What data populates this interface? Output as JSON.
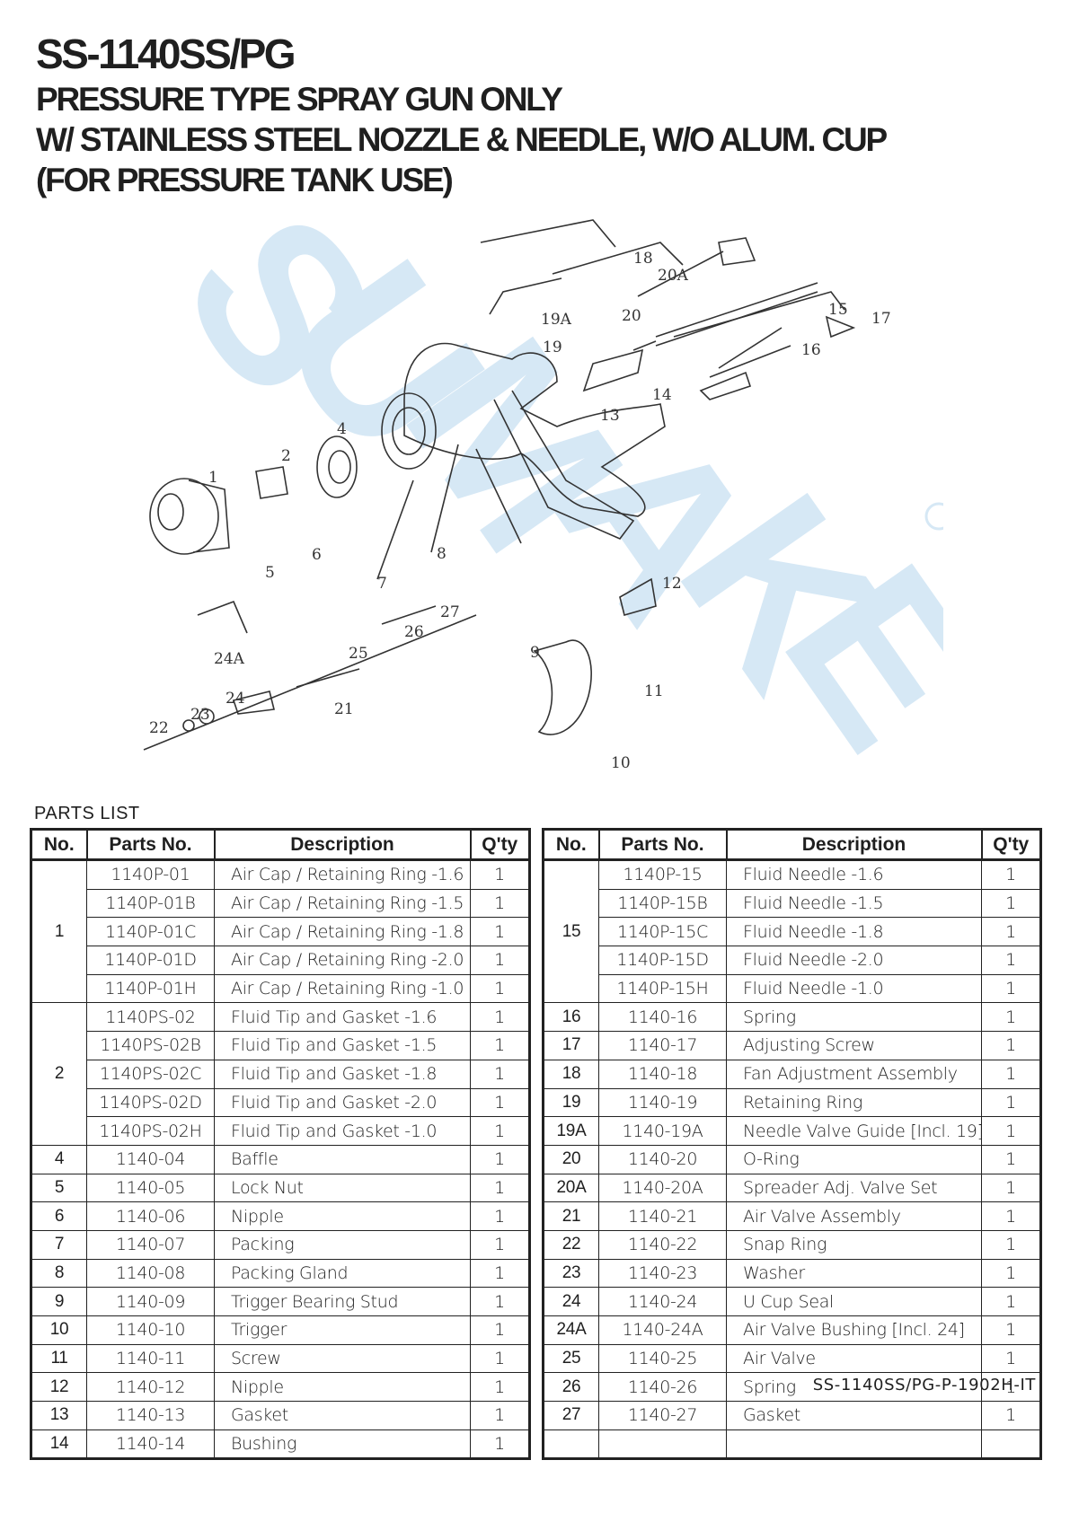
{
  "title": {
    "model": "SS-1140SS/PG",
    "line1": "PRESSURE TYPE SPRAY GUN ONLY",
    "line2": "W/ STAINLESS STEEL NOZZLE & NEEDLE, W/O ALUM. CUP",
    "line3": "(FOR PRESSURE TANK USE)"
  },
  "watermark": {
    "brand": "SUMAKE",
    "color": "#cfe4f3"
  },
  "diagram_callouts": [
    "1",
    "2",
    "4",
    "5",
    "6",
    "7",
    "8",
    "9",
    "10",
    "11",
    "12",
    "13",
    "14",
    "15",
    "16",
    "17",
    "18",
    "19",
    "19A",
    "20",
    "20A",
    "21",
    "22",
    "23",
    "24",
    "24A",
    "25",
    "26",
    "27"
  ],
  "parts_caption": "PARTS LIST",
  "columns": {
    "no": "No.",
    "parts_no": "Parts No.",
    "description": "Description",
    "qty": "Q'ty"
  },
  "left_table": [
    {
      "no": "1",
      "rows": [
        {
          "part": "1140P-01",
          "desc": "Air Cap / Retaining Ring -1.6",
          "qty": "1"
        },
        {
          "part": "1140P-01B",
          "desc": "Air Cap / Retaining Ring -1.5",
          "qty": "1"
        },
        {
          "part": "1140P-01C",
          "desc": "Air Cap / Retaining Ring -1.8",
          "qty": "1"
        },
        {
          "part": "1140P-01D",
          "desc": "Air Cap / Retaining Ring -2.0",
          "qty": "1"
        },
        {
          "part": "1140P-01H",
          "desc": "Air Cap / Retaining Ring -1.0",
          "qty": "1"
        }
      ]
    },
    {
      "no": "2",
      "rows": [
        {
          "part": "1140PS-02",
          "desc": "Fluid Tip and Gasket -1.6",
          "qty": "1"
        },
        {
          "part": "1140PS-02B",
          "desc": "Fluid Tip and Gasket -1.5",
          "qty": "1"
        },
        {
          "part": "1140PS-02C",
          "desc": "Fluid Tip and Gasket -1.8",
          "qty": "1"
        },
        {
          "part": "1140PS-02D",
          "desc": "Fluid Tip and Gasket -2.0",
          "qty": "1"
        },
        {
          "part": "1140PS-02H",
          "desc": "Fluid Tip and Gasket -1.0",
          "qty": "1"
        }
      ]
    },
    {
      "no": "4",
      "rows": [
        {
          "part": "1140-04",
          "desc": "Baffle",
          "qty": "1"
        }
      ]
    },
    {
      "no": "5",
      "rows": [
        {
          "part": "1140-05",
          "desc": "Lock Nut",
          "qty": "1"
        }
      ]
    },
    {
      "no": "6",
      "rows": [
        {
          "part": "1140-06",
          "desc": "Nipple",
          "qty": "1"
        }
      ]
    },
    {
      "no": "7",
      "rows": [
        {
          "part": "1140-07",
          "desc": "Packing",
          "qty": "1"
        }
      ]
    },
    {
      "no": "8",
      "rows": [
        {
          "part": "1140-08",
          "desc": "Packing Gland",
          "qty": "1"
        }
      ]
    },
    {
      "no": "9",
      "rows": [
        {
          "part": "1140-09",
          "desc": "Trigger Bearing Stud",
          "qty": "1"
        }
      ]
    },
    {
      "no": "10",
      "rows": [
        {
          "part": "1140-10",
          "desc": "Trigger",
          "qty": "1"
        }
      ]
    },
    {
      "no": "11",
      "rows": [
        {
          "part": "1140-11",
          "desc": "Screw",
          "qty": "1"
        }
      ]
    },
    {
      "no": "12",
      "rows": [
        {
          "part": "1140-12",
          "desc": "Nipple",
          "qty": "1"
        }
      ]
    },
    {
      "no": "13",
      "rows": [
        {
          "part": "1140-13",
          "desc": "Gasket",
          "qty": "1"
        }
      ]
    },
    {
      "no": "14",
      "rows": [
        {
          "part": "1140-14",
          "desc": "Bushing",
          "qty": "1"
        }
      ]
    }
  ],
  "right_table": [
    {
      "no": "15",
      "rows": [
        {
          "part": "1140P-15",
          "desc": "Fluid Needle -1.6",
          "qty": "1"
        },
        {
          "part": "1140P-15B",
          "desc": "Fluid Needle -1.5",
          "qty": "1"
        },
        {
          "part": "1140P-15C",
          "desc": "Fluid Needle -1.8",
          "qty": "1"
        },
        {
          "part": "1140P-15D",
          "desc": "Fluid Needle -2.0",
          "qty": "1"
        },
        {
          "part": "1140P-15H",
          "desc": "Fluid Needle -1.0",
          "qty": "1"
        }
      ]
    },
    {
      "no": "16",
      "rows": [
        {
          "part": "1140-16",
          "desc": "Spring",
          "qty": "1"
        }
      ]
    },
    {
      "no": "17",
      "rows": [
        {
          "part": "1140-17",
          "desc": "Adjusting Screw",
          "qty": "1"
        }
      ]
    },
    {
      "no": "18",
      "rows": [
        {
          "part": "1140-18",
          "desc": "Fan Adjustment Assembly",
          "qty": "1"
        }
      ]
    },
    {
      "no": "19",
      "rows": [
        {
          "part": "1140-19",
          "desc": "Retaining Ring",
          "qty": "1"
        }
      ]
    },
    {
      "no": "19A",
      "rows": [
        {
          "part": "1140-19A",
          "desc": "Needle Valve Guide [Incl. 19]",
          "qty": "1"
        }
      ]
    },
    {
      "no": "20",
      "rows": [
        {
          "part": "1140-20",
          "desc": "O-Ring",
          "qty": "1"
        }
      ]
    },
    {
      "no": "20A",
      "rows": [
        {
          "part": "1140-20A",
          "desc": "Spreader Adj. Valve Set",
          "qty": "1"
        }
      ]
    },
    {
      "no": "21",
      "rows": [
        {
          "part": "1140-21",
          "desc": "Air Valve Assembly",
          "qty": "1"
        }
      ]
    },
    {
      "no": "22",
      "rows": [
        {
          "part": "1140-22",
          "desc": "Snap Ring",
          "qty": "1"
        }
      ]
    },
    {
      "no": "23",
      "rows": [
        {
          "part": "1140-23",
          "desc": "Washer",
          "qty": "1"
        }
      ]
    },
    {
      "no": "24",
      "rows": [
        {
          "part": "1140-24",
          "desc": "U Cup Seal",
          "qty": "1"
        }
      ]
    },
    {
      "no": "24A",
      "rows": [
        {
          "part": "1140-24A",
          "desc": "Air Valve Bushing [Incl. 24]",
          "qty": "1"
        }
      ]
    },
    {
      "no": "25",
      "rows": [
        {
          "part": "1140-25",
          "desc": "Air Valve",
          "qty": "1"
        }
      ]
    },
    {
      "no": "26",
      "rows": [
        {
          "part": "1140-26",
          "desc": "Spring",
          "qty": "1"
        }
      ]
    },
    {
      "no": "27",
      "rows": [
        {
          "part": "1140-27",
          "desc": "Gasket",
          "qty": "1"
        }
      ]
    },
    {
      "no": "",
      "rows": [
        {
          "part": "",
          "desc": "",
          "qty": ""
        }
      ]
    }
  ],
  "doc_code": "SS-1140SS/PG-P-1902H-IT"
}
